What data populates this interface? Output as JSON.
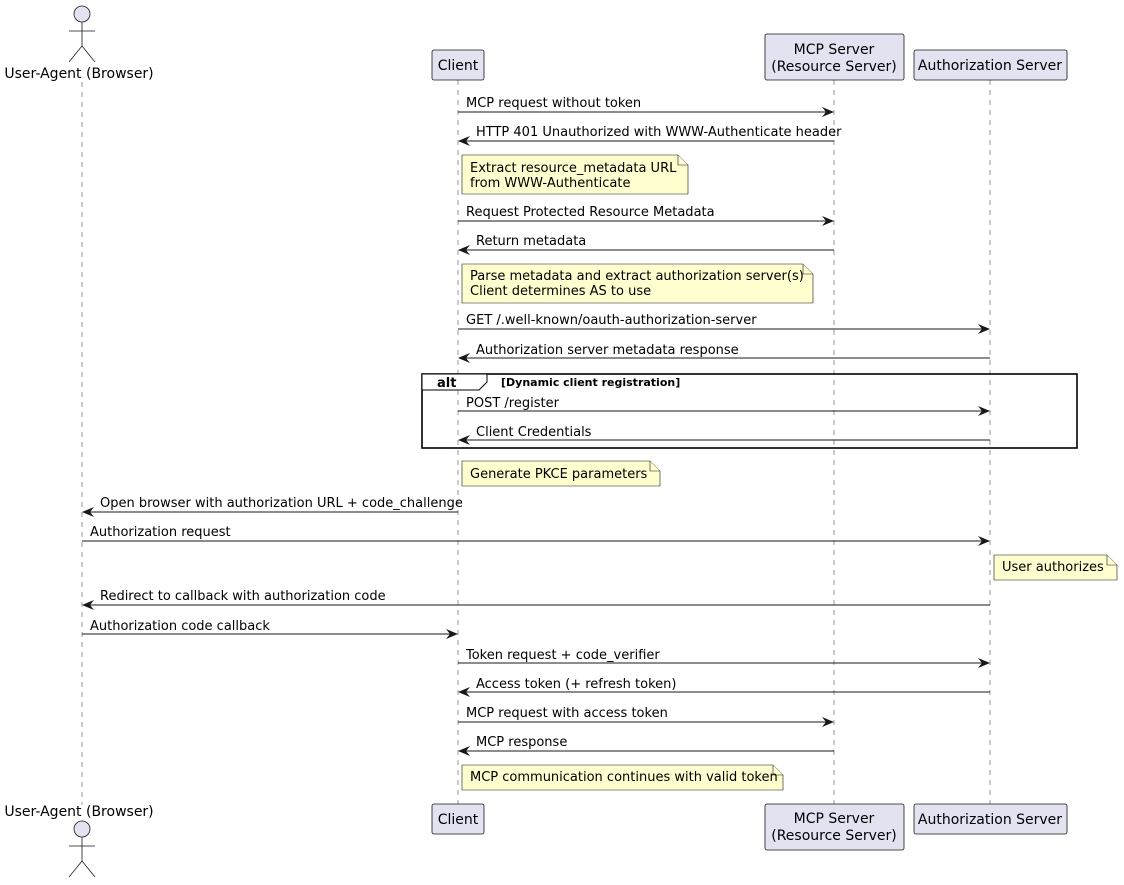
{
  "participants": {
    "user_agent": "User-Agent (Browser)",
    "client": "Client",
    "mcp_server_line1": "MCP Server",
    "mcp_server_line2": "(Resource Server)",
    "auth_server": "Authorization Server"
  },
  "messages": {
    "m1": "MCP request without token",
    "m2": "HTTP 401 Unauthorized with WWW-Authenticate header",
    "m3": "Request Protected Resource Metadata",
    "m4": "Return metadata",
    "m5": "GET /.well-known/oauth-authorization-server",
    "m6": "Authorization server metadata response",
    "m7": "POST /register",
    "m8": "Client Credentials",
    "m9": "Open browser with authorization URL + code_challenge",
    "m10": "Authorization request",
    "m11": "Redirect to callback with authorization code",
    "m12": "Authorization code callback",
    "m13": "Token request + code_verifier",
    "m14": "Access token (+ refresh token)",
    "m15": "MCP request with access token",
    "m16": "MCP response"
  },
  "notes": {
    "n1_line1": "Extract resource_metadata URL",
    "n1_line2": "from WWW-Authenticate",
    "n2_line1": "Parse metadata and extract authorization server(s)",
    "n2_line2": "Client determines AS to use",
    "n3": "Generate PKCE parameters",
    "n4": "User authorizes",
    "n5": "MCP communication continues with valid token"
  },
  "alt": {
    "keyword": "alt",
    "condition": "[Dynamic client registration]"
  }
}
